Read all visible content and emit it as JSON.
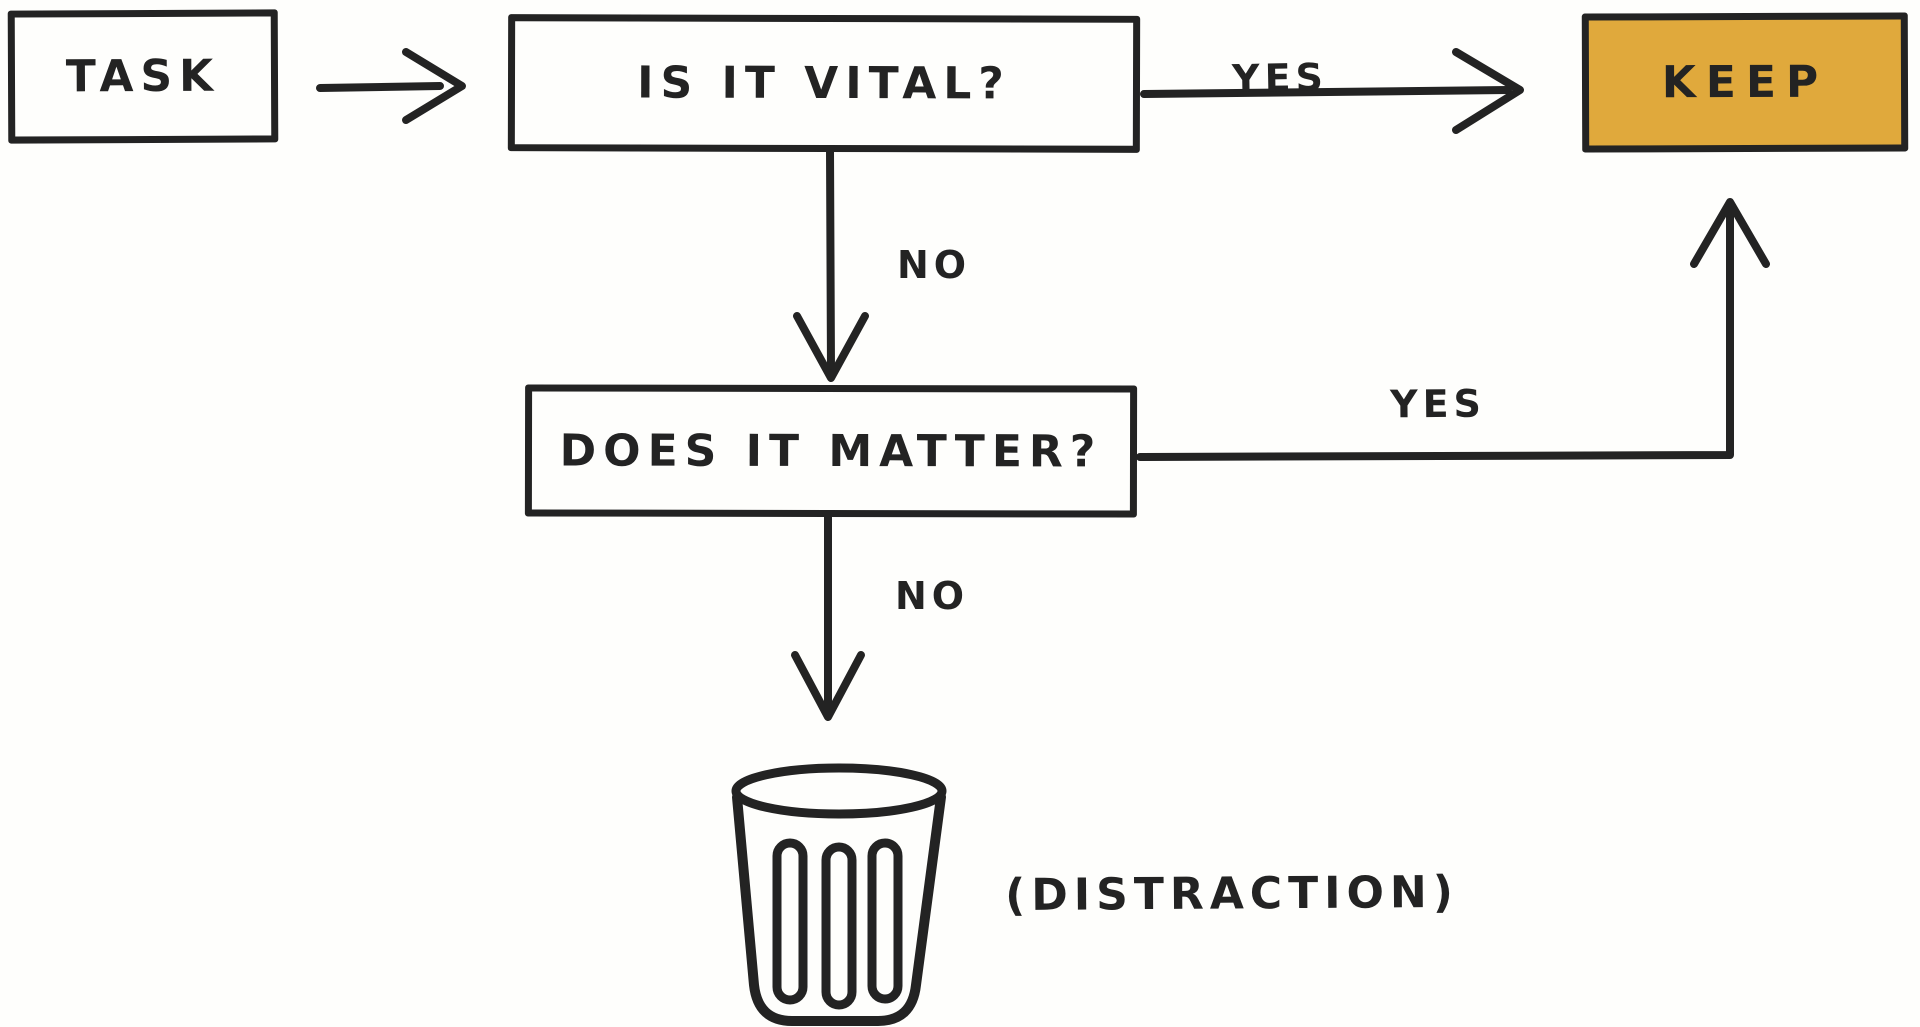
{
  "diagram": {
    "type": "flowchart",
    "style": "hand-drawn-sketch"
  },
  "nodes": {
    "task": {
      "label": "TASK"
    },
    "vital": {
      "label": "IS IT VITAL?"
    },
    "keep": {
      "label": "KEEP"
    },
    "matter": {
      "label": "DOES IT MATTER?"
    }
  },
  "labels": {
    "yes_top": "YES",
    "no_top": "NO",
    "yes_bottom": "YES",
    "no_bottom": "NO",
    "distraction": "(DISTRACTION)"
  },
  "edges": [
    {
      "from": "task",
      "to": "vital",
      "label": ""
    },
    {
      "from": "vital",
      "to": "keep",
      "label": "YES"
    },
    {
      "from": "vital",
      "to": "matter",
      "label": "NO"
    },
    {
      "from": "matter",
      "to": "keep",
      "label": "YES"
    },
    {
      "from": "matter",
      "to": "trash",
      "label": "NO"
    }
  ],
  "icons": {
    "trash": "trash-can-icon"
  },
  "colors": {
    "ink": "#232323",
    "keep_fill": "#e0a93c",
    "background": "#fefefc"
  }
}
